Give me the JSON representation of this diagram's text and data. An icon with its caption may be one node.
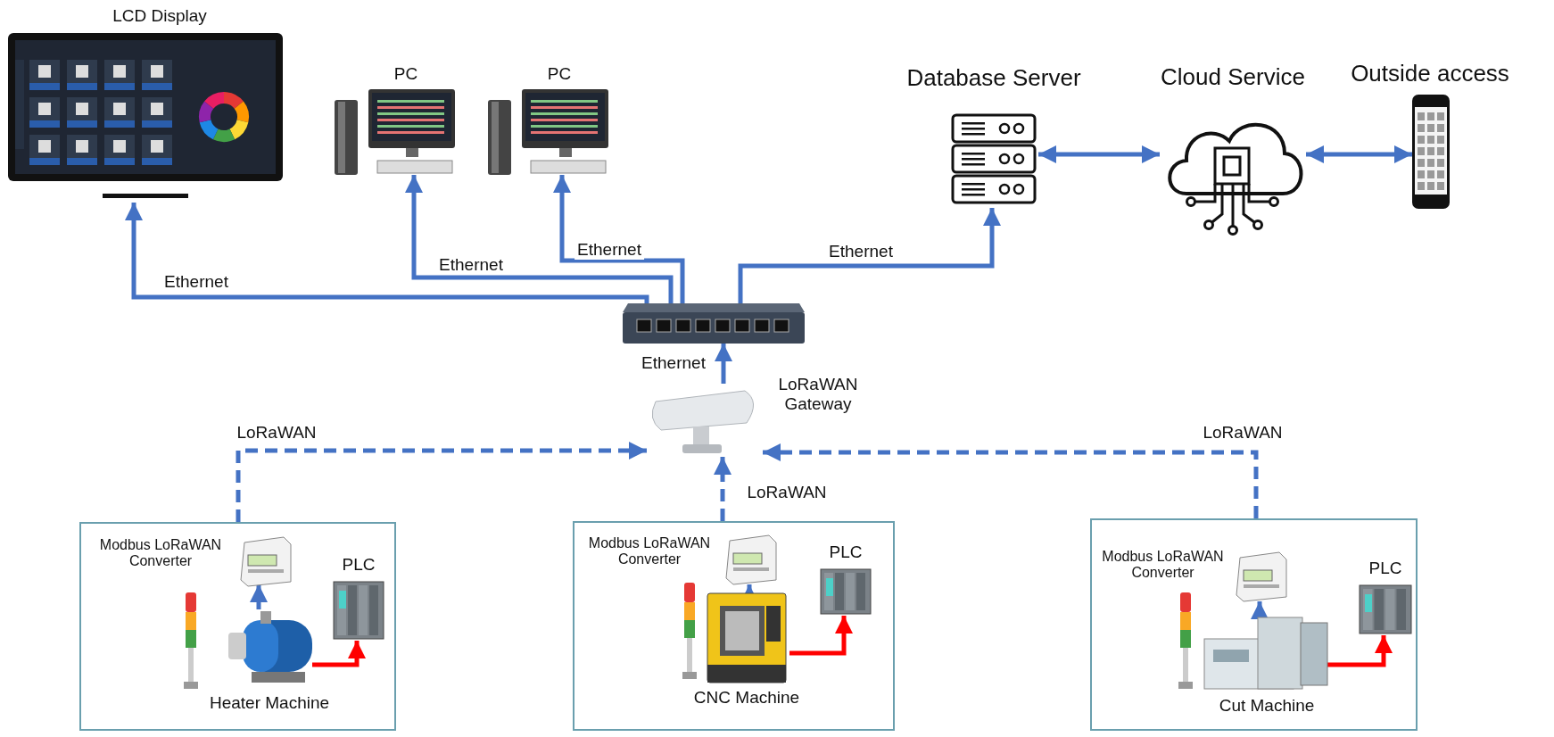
{
  "diagram": {
    "nodes": [
      {
        "text": [
          "LCD Display"
        ]
      },
      {
        "text": [
          "PC"
        ]
      },
      {
        "text": [
          "PC"
        ]
      },
      {
        "text": [
          "Database Server"
        ]
      },
      {
        "text": [
          "Cloud Service"
        ]
      },
      {
        "text": [
          "Outside access"
        ]
      },
      {
        "text": [],
        "shape": "picture"
      },
      {
        "text": [
          "LoRaWAN Gateway"
        ]
      },
      {
        "text": [],
        "shape": "box"
      },
      {
        "text": [
          "Modbus LoRaWAN Converter"
        ],
        "in": 8
      },
      {
        "text": [
          "PLC"
        ],
        "in": 8
      },
      {
        "text": [
          "Heater Machine"
        ],
        "in": 8
      },
      {
        "text": [],
        "shape": "box"
      },
      {
        "text": [
          "Modbus LoRaWAN Converter"
        ],
        "in": 12
      },
      {
        "text": [
          "PLC"
        ],
        "in": 12
      },
      {
        "text": [
          "CNC Machine"
        ],
        "in": 12
      },
      {
        "text": [],
        "shape": "box"
      },
      {
        "text": [
          "Modbus LoRaWAN Converter"
        ],
        "in": 16
      },
      {
        "text": [
          "PLC"
        ],
        "in": 16
      },
      {
        "text": [
          "Cut Machine"
        ],
        "in": 16
      }
    ],
    "edges": [
      {
        "from": 6,
        "to": 0,
        "arrow": "to",
        "label": "Ethernet"
      },
      {
        "from": 6,
        "to": 1,
        "arrow": "to",
        "label": "Ethernet"
      },
      {
        "from": 6,
        "to": 2,
        "arrow": "to",
        "label": "Ethernet"
      },
      {
        "from": 6,
        "to": 3,
        "arrow": "to",
        "label": "Ethernet"
      },
      {
        "from": 3,
        "to": 4,
        "arrow": "both"
      },
      {
        "from": 4,
        "to": 5,
        "arrow": "both"
      },
      {
        "from": 7,
        "to": 6,
        "arrow": "to",
        "label": "Ethernet"
      },
      {
        "from": 8,
        "to": 7,
        "arrow": "to",
        "label": "LoRaWAN",
        "style": "dashed"
      },
      {
        "from": 12,
        "to": 7,
        "arrow": "to",
        "label": "LoRaWAN",
        "style": "dashed"
      },
      {
        "from": 16,
        "to": 7,
        "arrow": "to",
        "label": "LoRaWAN",
        "style": "dashed"
      },
      {
        "from": 11,
        "to": 9,
        "arrow": "to"
      },
      {
        "from": 11,
        "to": 10,
        "arrow": "to",
        "color": "#ff0000"
      },
      {
        "from": 15,
        "to": 13,
        "arrow": "to"
      },
      {
        "from": 15,
        "to": 14,
        "arrow": "to",
        "color": "#ff0000"
      },
      {
        "from": 19,
        "to": 17,
        "arrow": "to"
      },
      {
        "from": 19,
        "to": 18,
        "arrow": "to",
        "color": "#ff0000"
      }
    ]
  }
}
